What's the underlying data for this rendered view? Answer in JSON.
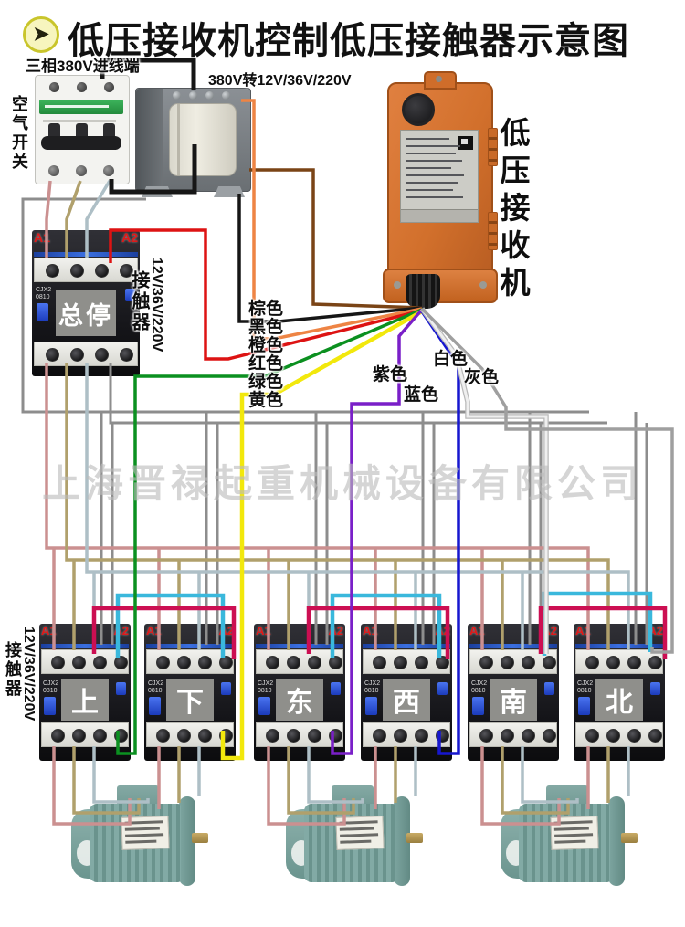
{
  "title": {
    "icon_glyph": "➤",
    "text": "低压接收机控制低压接触器示意图"
  },
  "top": {
    "incoming_label": "三相380V进线端",
    "air_switch_label": "空气开关",
    "transformer_label": "380V转12V/36V/220V"
  },
  "receiver": {
    "name_vertical": "低压接收机"
  },
  "master_contactor": {
    "a1": "A1",
    "a2": "A2",
    "tag": "总停",
    "model": "CJX2",
    "model2": "0810",
    "voltage_label": "12V/36V/220V",
    "type_label": "接触器"
  },
  "wire_legend": [
    {
      "label": "棕色",
      "color": "#7a4416"
    },
    {
      "label": "黑色",
      "color": "#161616"
    },
    {
      "label": "橙色",
      "color": "#ee8444"
    },
    {
      "label": "红色",
      "color": "#dd1313"
    },
    {
      "label": "绿色",
      "color": "#0b9020"
    },
    {
      "label": "黄色",
      "color": "#f2e80c"
    },
    {
      "label": "紫色",
      "color": "#7a1fc8"
    },
    {
      "label": "蓝色",
      "color": "#1717cf"
    },
    {
      "label": "白色",
      "color": "#e8e8e8"
    },
    {
      "label": "灰色",
      "color": "#9f9f9f"
    }
  ],
  "other_wire_colors": {
    "power_pink": "#cb9090",
    "power_tan": "#b0a06c",
    "power_lightblue": "#aebfc6",
    "bus_gray": "#8d8d8d",
    "jumper_cyan": "#3ab8dc",
    "jumper_crimson": "#cc0f52",
    "mains_black": "#161616"
  },
  "watermark": "上海晋禄起重机械设备有限公司",
  "contactor_row": {
    "voltage_label": "12V/36V/220V",
    "type_label": "接触器",
    "a1": "A1",
    "a2": "A2",
    "model": "CJX2",
    "model2": "0810",
    "units": [
      {
        "label": "上"
      },
      {
        "label": "下"
      },
      {
        "label": "东"
      },
      {
        "label": "西"
      },
      {
        "label": "南"
      },
      {
        "label": "北"
      }
    ]
  }
}
